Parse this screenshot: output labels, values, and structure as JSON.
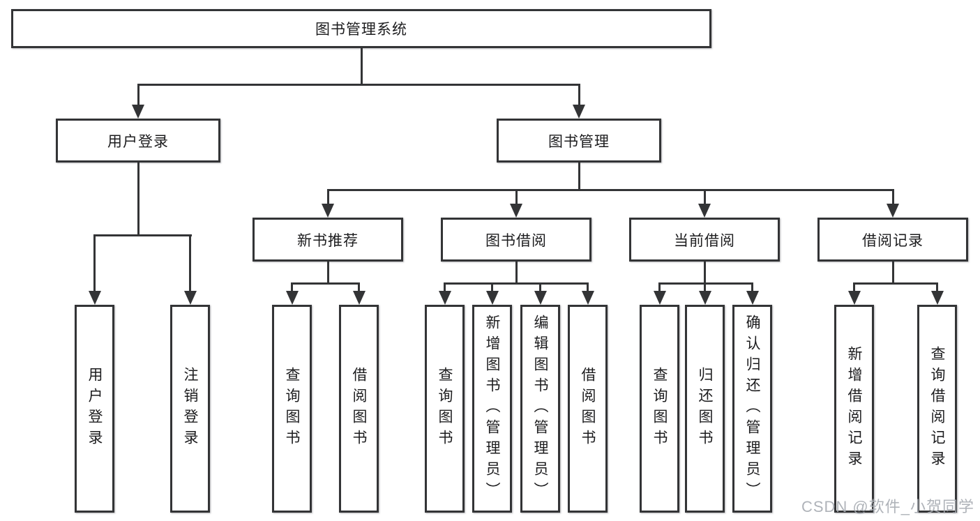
{
  "diagram": {
    "title": "图书管理系统",
    "branches": [
      {
        "label": "用户登录",
        "children": [
          {
            "label": "用户登录"
          },
          {
            "label": "注销登录"
          }
        ]
      },
      {
        "label": "图书管理",
        "children": [
          {
            "label": "新书推荐",
            "children": [
              {
                "label": "查询图书"
              },
              {
                "label": "借阅图书"
              }
            ]
          },
          {
            "label": "图书借阅",
            "children": [
              {
                "label": "查询图书"
              },
              {
                "label": "新增图书（管理员）"
              },
              {
                "label": "编辑图书（管理员）"
              },
              {
                "label": "借阅图书"
              }
            ]
          },
          {
            "label": "当前借阅",
            "children": [
              {
                "label": "查询图书"
              },
              {
                "label": "归还图书"
              },
              {
                "label": "确认归还（管理员）"
              }
            ]
          },
          {
            "label": "借阅记录",
            "children": [
              {
                "label": "新增借阅记录"
              },
              {
                "label": "查询借阅记录"
              }
            ]
          }
        ]
      }
    ]
  },
  "watermark": "CSDN @软件_小贺同学",
  "colors": {
    "line": "#333436",
    "text": "#1c1c1e",
    "watermark": "#a8acb3",
    "background": "#ffffff"
  }
}
